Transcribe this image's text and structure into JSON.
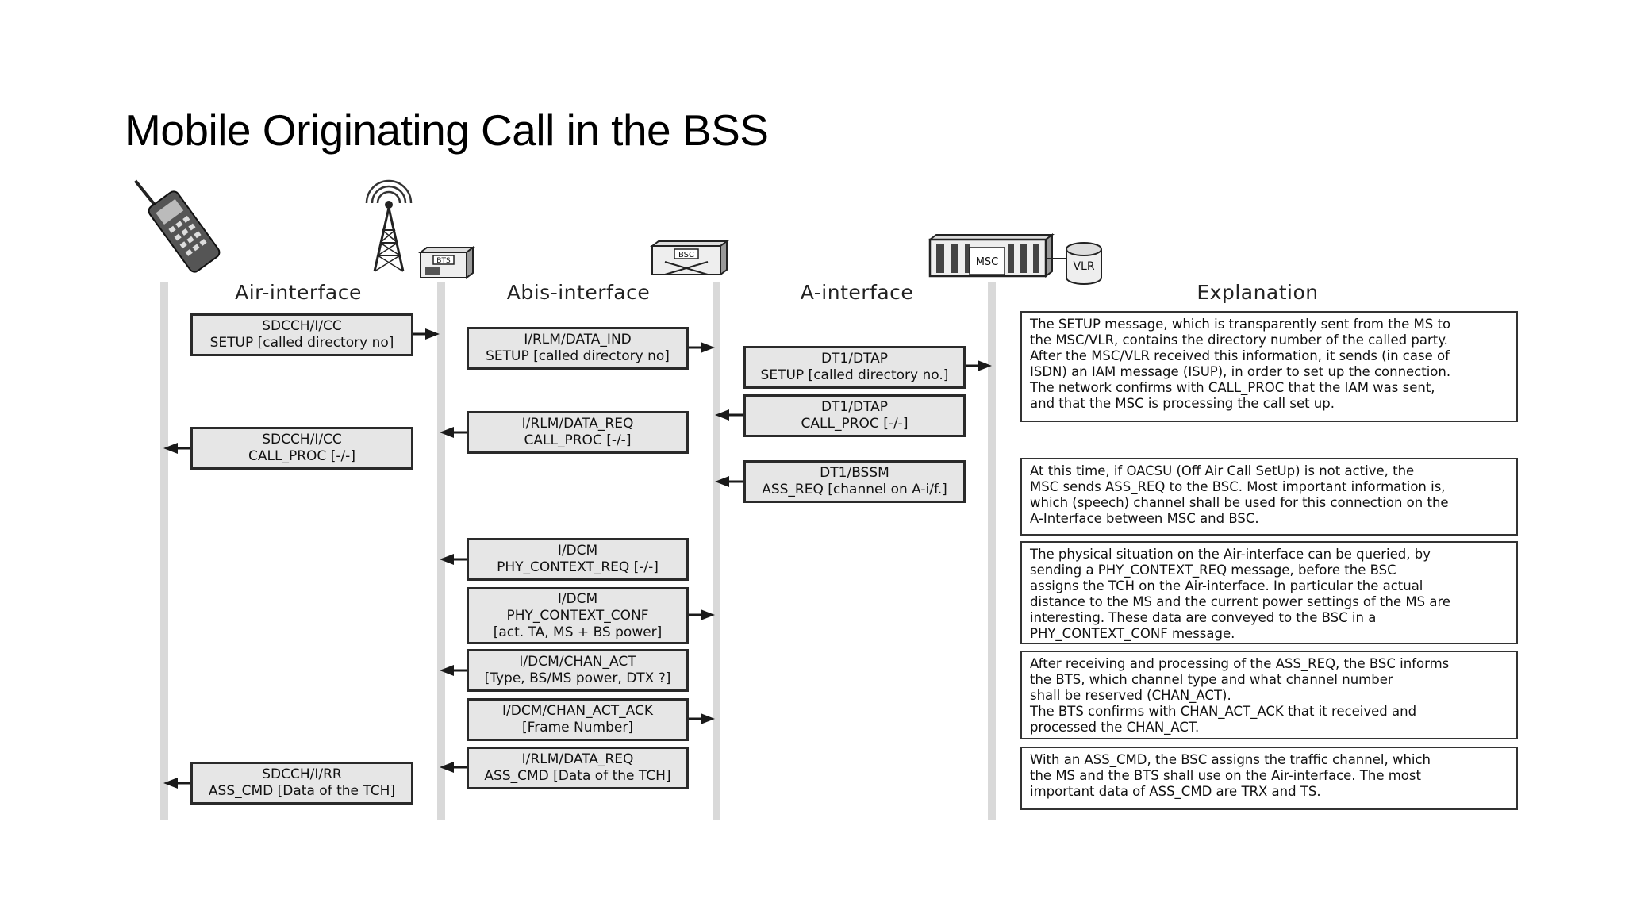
{
  "slide": {
    "title": "Mobile Originating Call in the BSS"
  },
  "icons": {
    "bts_label": "BTS",
    "bsc_label": "BSC",
    "msc_label": "MSC",
    "vlr_label": "VLR"
  },
  "columns": {
    "air": "Air-interface",
    "abis": "Abis-interface",
    "a": "A-interface",
    "explanation": "Explanation"
  },
  "messages": {
    "air_setup": [
      "SDCCH/I/CC",
      "SETUP [called directory no]"
    ],
    "abis_setup": [
      "I/RLM/DATA_IND",
      "SETUP [called directory no]"
    ],
    "a_setup": [
      "DT1/DTAP",
      "SETUP [called directory no.]"
    ],
    "a_callproc": [
      "DT1/DTAP",
      "CALL_PROC [-/-]"
    ],
    "abis_callproc": [
      "I/RLM/DATA_REQ",
      "CALL_PROC [-/-]"
    ],
    "air_callproc": [
      "SDCCH/I/CC",
      "CALL_PROC [-/-]"
    ],
    "a_assreq": [
      "DT1/BSSM",
      "ASS_REQ [channel on A-i/f.]"
    ],
    "abis_phyreq": [
      "I/DCM",
      "PHY_CONTEXT_REQ [-/-]"
    ],
    "abis_phyconf": [
      "I/DCM",
      "PHY_CONTEXT_CONF",
      "[act. TA, MS + BS power]"
    ],
    "abis_chanact": [
      "I/DCM/CHAN_ACT",
      "[Type, BS/MS power, DTX ?]"
    ],
    "abis_chanactack": [
      "I/DCM/CHAN_ACT_ACK",
      "[Frame Number]"
    ],
    "abis_asscmd": [
      "I/RLM/DATA_REQ",
      "ASS_CMD [Data of the TCH]"
    ],
    "air_asscmd": [
      "SDCCH/I/RR",
      "ASS_CMD [Data of the TCH]"
    ]
  },
  "explanations": [
    [
      "The SETUP message, which is transparently sent from the MS to",
      "the MSC/VLR, contains the directory number of the called party.",
      "After the MSC/VLR received this information, it sends (in case of",
      "ISDN) an IAM message (ISUP), in order to set up the connection.",
      "The network confirms with CALL_PROC that the IAM was sent,",
      "and that the MSC is processing the call set up."
    ],
    [
      "At this time, if OACSU (Off Air Call SetUp) is not active, the",
      "MSC sends ASS_REQ to the BSC. Most important information is,",
      "which (speech) channel shall be used for this connection on the",
      "A-Interface between MSC and BSC."
    ],
    [
      "The physical situation on the Air-interface can be queried, by",
      "sending a PHY_CONTEXT_REQ message, before the BSC",
      "assigns the TCH on the Air-interface. In particular the actual",
      "distance to the MS and the current power settings of the MS are",
      "interesting. These data are conveyed to the BSC in a",
      "PHY_CONTEXT_CONF message."
    ],
    [
      "After receiving and processing of the ASS_REQ, the BSC informs",
      "the BTS, which channel type and what channel number",
      "shall be reserved (CHAN_ACT).",
      "The BTS confirms with CHAN_ACT_ACK that it received and",
      "processed the CHAN_ACT."
    ],
    [
      "With an ASS_CMD, the BSC assigns the traffic channel, which",
      "the  MS and the BTS shall use on the Air-interface. The most",
      "important data of ASS_CMD are TRX and TS."
    ]
  ]
}
